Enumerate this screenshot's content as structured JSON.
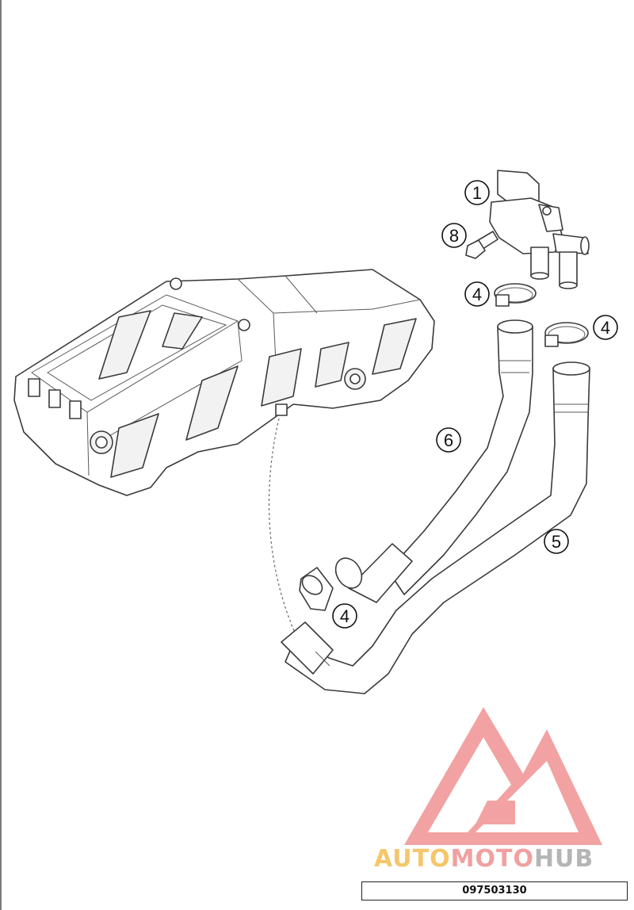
{
  "diagram": {
    "callouts": [
      {
        "id": "1",
        "label": "1"
      },
      {
        "id": "8",
        "label": "8"
      },
      {
        "id": "4a",
        "label": "4"
      },
      {
        "id": "4b",
        "label": "4"
      },
      {
        "id": "6",
        "label": "6"
      },
      {
        "id": "5",
        "label": "5"
      },
      {
        "id": "4c",
        "label": "4"
      }
    ]
  },
  "watermark": {
    "part1": "AUTO",
    "part2": "MOTO",
    "part3": "HUB",
    "colors": {
      "auto": "#f5c66a",
      "moto": "#f0a0a0",
      "hub": "#b5b5b5",
      "logo": "#f08c8c"
    }
  },
  "drawing_code": "097503130"
}
